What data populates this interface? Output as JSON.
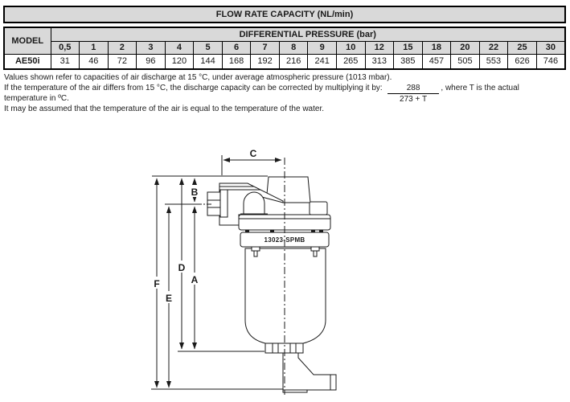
{
  "table": {
    "title": "FLOW RATE CAPACITY (NL/min)",
    "model_header": "MODEL",
    "pressure_header": "DIFFERENTIAL PRESSURE (bar)",
    "pressures": [
      "0,5",
      "1",
      "2",
      "3",
      "4",
      "5",
      "6",
      "7",
      "8",
      "9",
      "10",
      "12",
      "15",
      "18",
      "20",
      "22",
      "25",
      "30"
    ],
    "rows": [
      {
        "model": "AE50i",
        "values": [
          "31",
          "46",
          "72",
          "96",
          "120",
          "144",
          "168",
          "192",
          "216",
          "241",
          "265",
          "313",
          "385",
          "457",
          "505",
          "553",
          "626",
          "746"
        ]
      }
    ]
  },
  "notes": {
    "line1": "Values shown refer to capacities of air discharge at 15 °C, under average atmospheric pressure (1013 mbar).",
    "line2_before": "If the temperature of the air differs from 15 °C, the discharge capacity can be corrected by multiplying it by:",
    "fraction_numerator": "288",
    "fraction_denominator": "273 + T",
    "line2_after": ", where T is the actual",
    "line3": "temperature in ºC.",
    "line4": "It may be assumed that the temperature of the air is equal to the temperature of the water."
  },
  "drawing": {
    "part_label": "13023-SPMB",
    "dims": {
      "a": "A",
      "b": "B",
      "c": "C",
      "d": "D",
      "e": "E",
      "f": "F"
    }
  },
  "colors": {
    "table_header_bg": "#d9d9d9",
    "border": "#000000",
    "line": "#1a1a1a"
  }
}
